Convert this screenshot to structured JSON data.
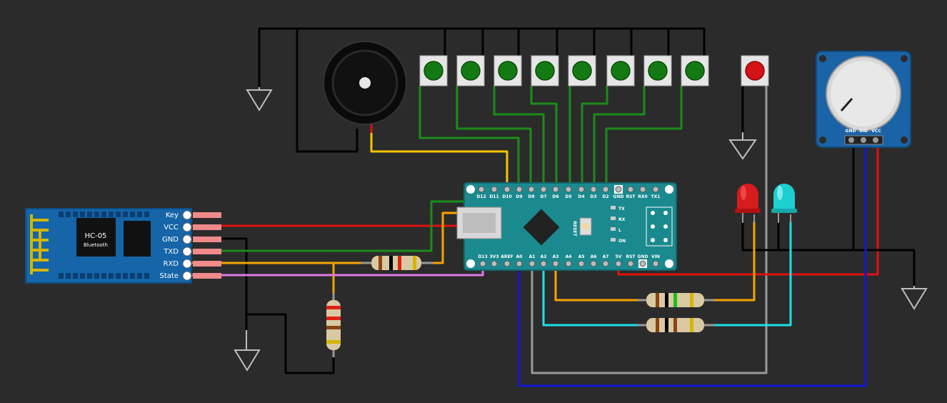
{
  "hc05": {
    "name": "HC-05",
    "subtitle": "Bluetooth",
    "pins": [
      "Key",
      "VCC",
      "GND",
      "TXD",
      "RXD",
      "State"
    ]
  },
  "nano": {
    "top_pins": [
      "D12",
      "D11",
      "D10",
      "D9",
      "D8",
      "D7",
      "D6",
      "D5",
      "D4",
      "D3",
      "D2",
      "GND",
      "RST",
      "RX0",
      "TX1"
    ],
    "bottom_pins": [
      "D13",
      "3V3",
      "AREF",
      "A0",
      "A1",
      "A2",
      "A3",
      "A4",
      "A5",
      "A6",
      "A7",
      "5V",
      "RST",
      "GND",
      "VIN"
    ],
    "side_labels": [
      "TX",
      "RX",
      "L",
      "ON"
    ],
    "reset_label": "RESET"
  },
  "pot": {
    "pins": [
      "GND",
      "SIG",
      "VCC"
    ]
  },
  "colors": {
    "background": "#2b2b2b",
    "board": "#1a8a8f",
    "hc05_board": "#1565a8",
    "pot_board": "#1a63a6",
    "button_green": "#137a13",
    "button_red": "#d41414",
    "wire_black": "#000000",
    "wire_green": "#1b8c1b",
    "wire_red": "#e01010",
    "wire_yellow": "#f5c400",
    "wire_orange": "#f5a400",
    "wire_pink": "#e07ae0",
    "wire_cyan": "#1ee0e8",
    "wire_blue": "#1515d0",
    "wire_gray": "#9a9a9a",
    "led_red": "#d61c1c",
    "led_cyan": "#1ecfd0"
  },
  "components": [
    "buzzer",
    "green-pushbutton",
    "red-pushbutton",
    "resistor",
    "red-led",
    "cyan-led",
    "ground-symbol"
  ]
}
